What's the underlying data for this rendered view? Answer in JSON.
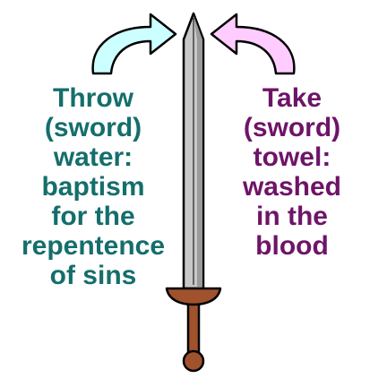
{
  "left_caption": {
    "lines": [
      "Throw",
      "(sword)",
      "water:",
      "baptism",
      "for the",
      "repentence",
      "of sins"
    ]
  },
  "right_caption": {
    "lines": [
      "Take",
      "(sword)",
      "towel:",
      "washed",
      "in the",
      "blood"
    ]
  },
  "colors": {
    "left_text": "#146e6c",
    "right_text": "#6e1468",
    "left_arrow_fill": "#ccffff",
    "right_arrow_fill": "#ffccff",
    "blade": "#c8c8c8",
    "blade_edge": "#9a9a9a",
    "hilt": "#a0522d",
    "outline": "#000000"
  },
  "icons": {
    "left_arrow": "curved-arrow-right-icon",
    "right_arrow": "curved-arrow-left-icon",
    "center": "sword-icon"
  }
}
